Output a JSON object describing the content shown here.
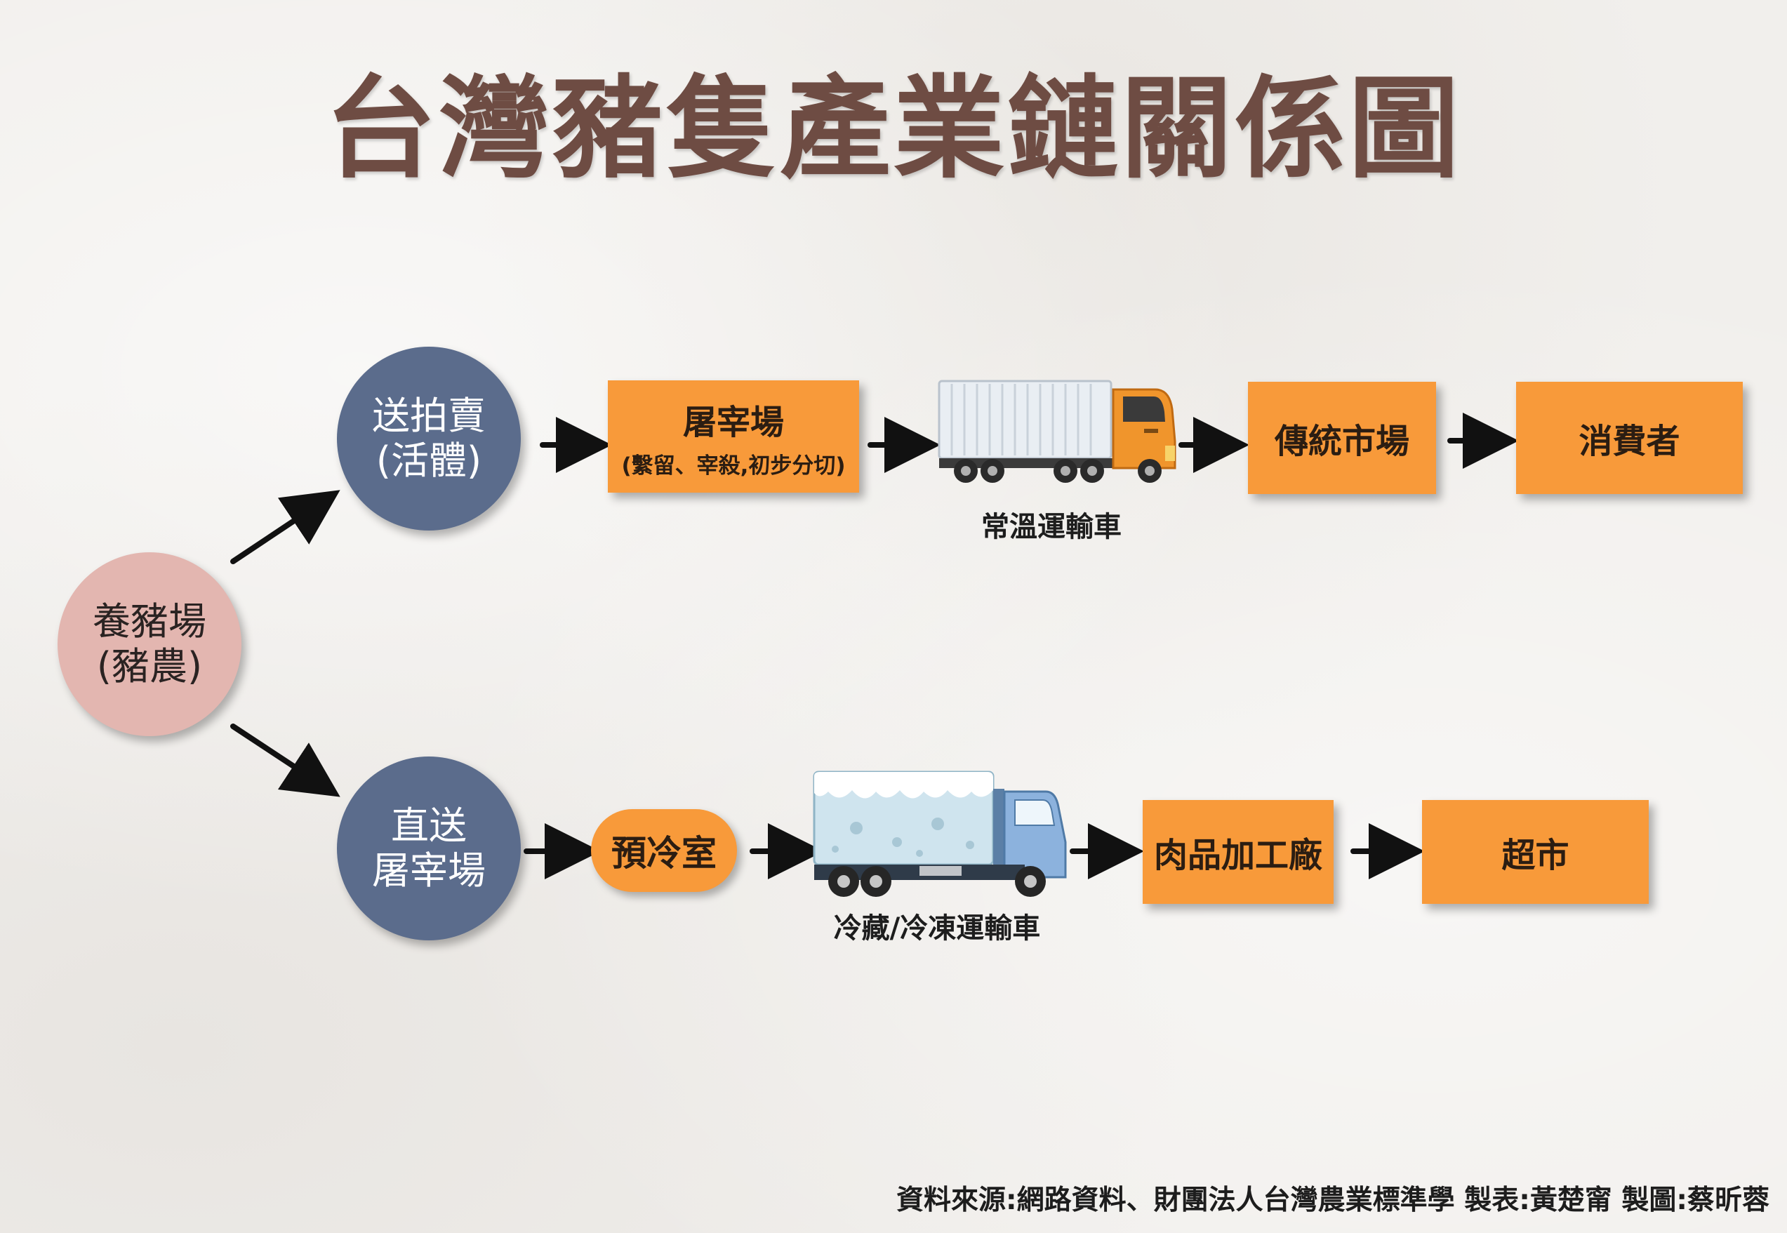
{
  "title": "台灣豬隻產業鏈關係圖",
  "nodes": {
    "farm": {
      "line1": "養豬場",
      "line2": "(豬農)"
    },
    "auction": {
      "line1": "送拍賣",
      "line2": "(活體)"
    },
    "direct": {
      "line1": "直送",
      "line2": "屠宰場"
    },
    "slaughterhouse": {
      "label": "屠宰場",
      "sub": "(繫留、宰殺,初步分切)"
    },
    "traditional_market": {
      "label": "傳統市場"
    },
    "consumer": {
      "label": "消費者"
    },
    "precooling": {
      "label": "預冷室"
    },
    "meat_plant": {
      "label": "肉品加工廠"
    },
    "supermarket": {
      "label": "超市"
    }
  },
  "trucks": {
    "ambient": {
      "caption": "常溫運輸車",
      "icon": "box-truck-icon"
    },
    "cold": {
      "caption": "冷藏/冷凍運輸車",
      "icon": "refrigerated-truck-icon"
    }
  },
  "source": "資料來源:網路資料、財團法人台灣農業標準學 製表:黃楚甯 製圖:蔡昕蓉",
  "colors": {
    "title": "#6e4c43",
    "circle_blue": "#5b6c8c",
    "circle_pink": "#e3b6b0",
    "box_orange": "#f89a3a",
    "arrow": "#111111"
  }
}
